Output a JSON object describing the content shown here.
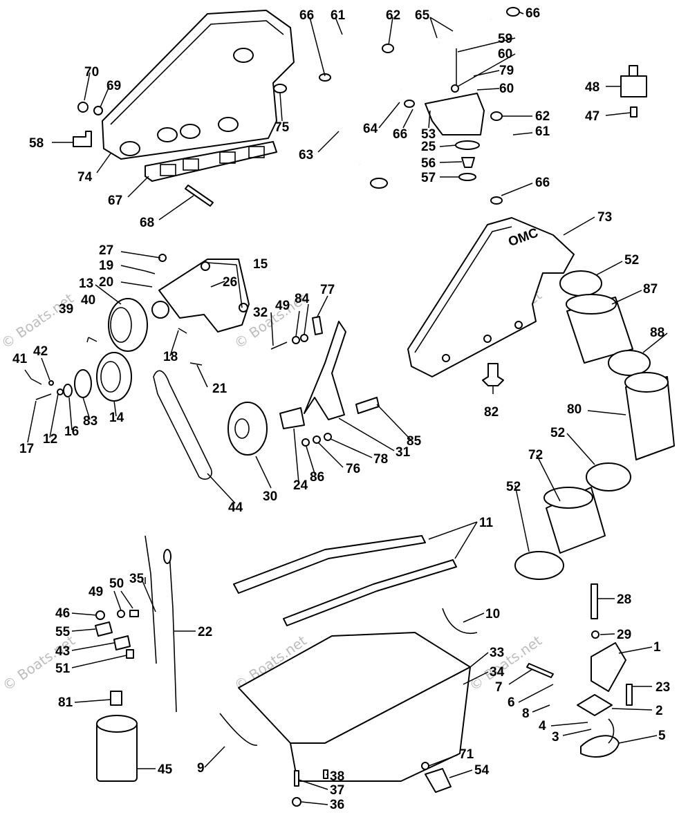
{
  "watermark": "© Boats.net",
  "brand_logo": "OMC",
  "callouts": [
    {
      "id": "c66a",
      "text": "66"
    },
    {
      "id": "c61a",
      "text": "61"
    },
    {
      "id": "c62a",
      "text": "62"
    },
    {
      "id": "c65",
      "text": "65"
    },
    {
      "id": "c66b",
      "text": "66"
    },
    {
      "id": "c59",
      "text": "59"
    },
    {
      "id": "c60a",
      "text": "60"
    },
    {
      "id": "c79",
      "text": "79"
    },
    {
      "id": "c60b",
      "text": "60"
    },
    {
      "id": "c70",
      "text": "70"
    },
    {
      "id": "c69",
      "text": "69"
    },
    {
      "id": "c58",
      "text": "58"
    },
    {
      "id": "c75",
      "text": "75"
    },
    {
      "id": "c74",
      "text": "74"
    },
    {
      "id": "c67",
      "text": "67"
    },
    {
      "id": "c68",
      "text": "68"
    },
    {
      "id": "c64",
      "text": "64"
    },
    {
      "id": "c66c",
      "text": "66"
    },
    {
      "id": "c53",
      "text": "53"
    },
    {
      "id": "c62b",
      "text": "62"
    },
    {
      "id": "c61b",
      "text": "61"
    },
    {
      "id": "c25",
      "text": "25"
    },
    {
      "id": "c63",
      "text": "63"
    },
    {
      "id": "c56",
      "text": "56"
    },
    {
      "id": "c57",
      "text": "57"
    },
    {
      "id": "c66d",
      "text": "66"
    },
    {
      "id": "c48",
      "text": "48"
    },
    {
      "id": "c47",
      "text": "47"
    },
    {
      "id": "c73",
      "text": "73"
    },
    {
      "id": "c52a",
      "text": "52"
    },
    {
      "id": "c87",
      "text": "87"
    },
    {
      "id": "c88",
      "text": "88"
    },
    {
      "id": "c82",
      "text": "82"
    },
    {
      "id": "c80",
      "text": "80"
    },
    {
      "id": "c52b",
      "text": "52"
    },
    {
      "id": "c72",
      "text": "72"
    },
    {
      "id": "c52c",
      "text": "52"
    },
    {
      "id": "c27",
      "text": "27"
    },
    {
      "id": "c15",
      "text": "15"
    },
    {
      "id": "c19",
      "text": "19"
    },
    {
      "id": "c20",
      "text": "20"
    },
    {
      "id": "c26",
      "text": "26"
    },
    {
      "id": "c13",
      "text": "13"
    },
    {
      "id": "c39",
      "text": "39"
    },
    {
      "id": "c40",
      "text": "40"
    },
    {
      "id": "c32",
      "text": "32"
    },
    {
      "id": "c49a",
      "text": "49"
    },
    {
      "id": "c84",
      "text": "84"
    },
    {
      "id": "c77",
      "text": "77"
    },
    {
      "id": "c18",
      "text": "18"
    },
    {
      "id": "c41",
      "text": "41"
    },
    {
      "id": "c42",
      "text": "42"
    },
    {
      "id": "c21",
      "text": "21"
    },
    {
      "id": "c17",
      "text": "17"
    },
    {
      "id": "c12",
      "text": "12"
    },
    {
      "id": "c16",
      "text": "16"
    },
    {
      "id": "c83",
      "text": "83"
    },
    {
      "id": "c14",
      "text": "14"
    },
    {
      "id": "c85",
      "text": "85"
    },
    {
      "id": "c31",
      "text": "31"
    },
    {
      "id": "c78",
      "text": "78"
    },
    {
      "id": "c76",
      "text": "76"
    },
    {
      "id": "c86",
      "text": "86"
    },
    {
      "id": "c24",
      "text": "24"
    },
    {
      "id": "c30",
      "text": "30"
    },
    {
      "id": "c44",
      "text": "44"
    },
    {
      "id": "c11",
      "text": "11"
    },
    {
      "id": "c35",
      "text": "35"
    },
    {
      "id": "c49b",
      "text": "49"
    },
    {
      "id": "c50",
      "text": "50"
    },
    {
      "id": "c46",
      "text": "46"
    },
    {
      "id": "c55",
      "text": "55"
    },
    {
      "id": "c43",
      "text": "43"
    },
    {
      "id": "c51",
      "text": "51"
    },
    {
      "id": "c22",
      "text": "22"
    },
    {
      "id": "c10",
      "text": "10"
    },
    {
      "id": "c28",
      "text": "28"
    },
    {
      "id": "c29",
      "text": "29"
    },
    {
      "id": "c1",
      "text": "1"
    },
    {
      "id": "c33",
      "text": "33"
    },
    {
      "id": "c34",
      "text": "34"
    },
    {
      "id": "c7",
      "text": "7"
    },
    {
      "id": "c23",
      "text": "23"
    },
    {
      "id": "c6",
      "text": "6"
    },
    {
      "id": "c8",
      "text": "8"
    },
    {
      "id": "c2",
      "text": "2"
    },
    {
      "id": "c4",
      "text": "4"
    },
    {
      "id": "c3",
      "text": "3"
    },
    {
      "id": "c5",
      "text": "5"
    },
    {
      "id": "c81",
      "text": "81"
    },
    {
      "id": "c45",
      "text": "45"
    },
    {
      "id": "c9",
      "text": "9"
    },
    {
      "id": "c71",
      "text": "71"
    },
    {
      "id": "c54",
      "text": "54"
    },
    {
      "id": "c38",
      "text": "38"
    },
    {
      "id": "c37",
      "text": "37"
    },
    {
      "id": "c36",
      "text": "36"
    }
  ]
}
